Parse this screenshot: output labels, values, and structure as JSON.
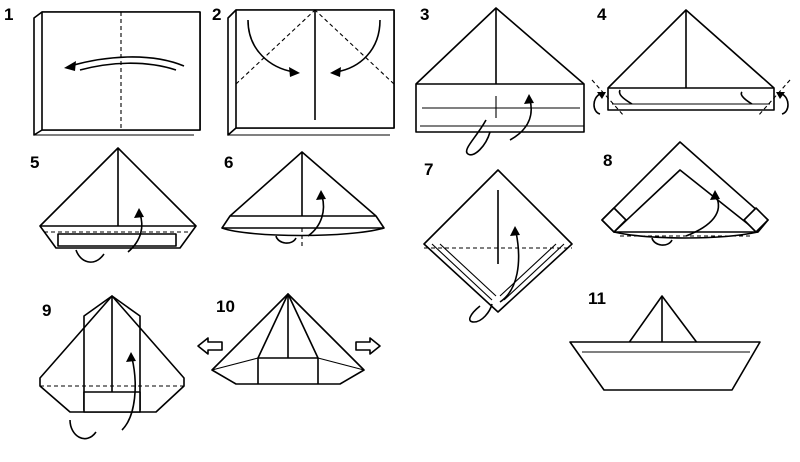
{
  "diagram": {
    "steps": [
      {
        "number": "1"
      },
      {
        "number": "2"
      },
      {
        "number": "3"
      },
      {
        "number": "4"
      },
      {
        "number": "5"
      },
      {
        "number": "6"
      },
      {
        "number": "7"
      },
      {
        "number": "8"
      },
      {
        "number": "9"
      },
      {
        "number": "10"
      },
      {
        "number": "11"
      }
    ],
    "colors": {
      "ink": "#000000",
      "paper": "#ffffff"
    }
  }
}
